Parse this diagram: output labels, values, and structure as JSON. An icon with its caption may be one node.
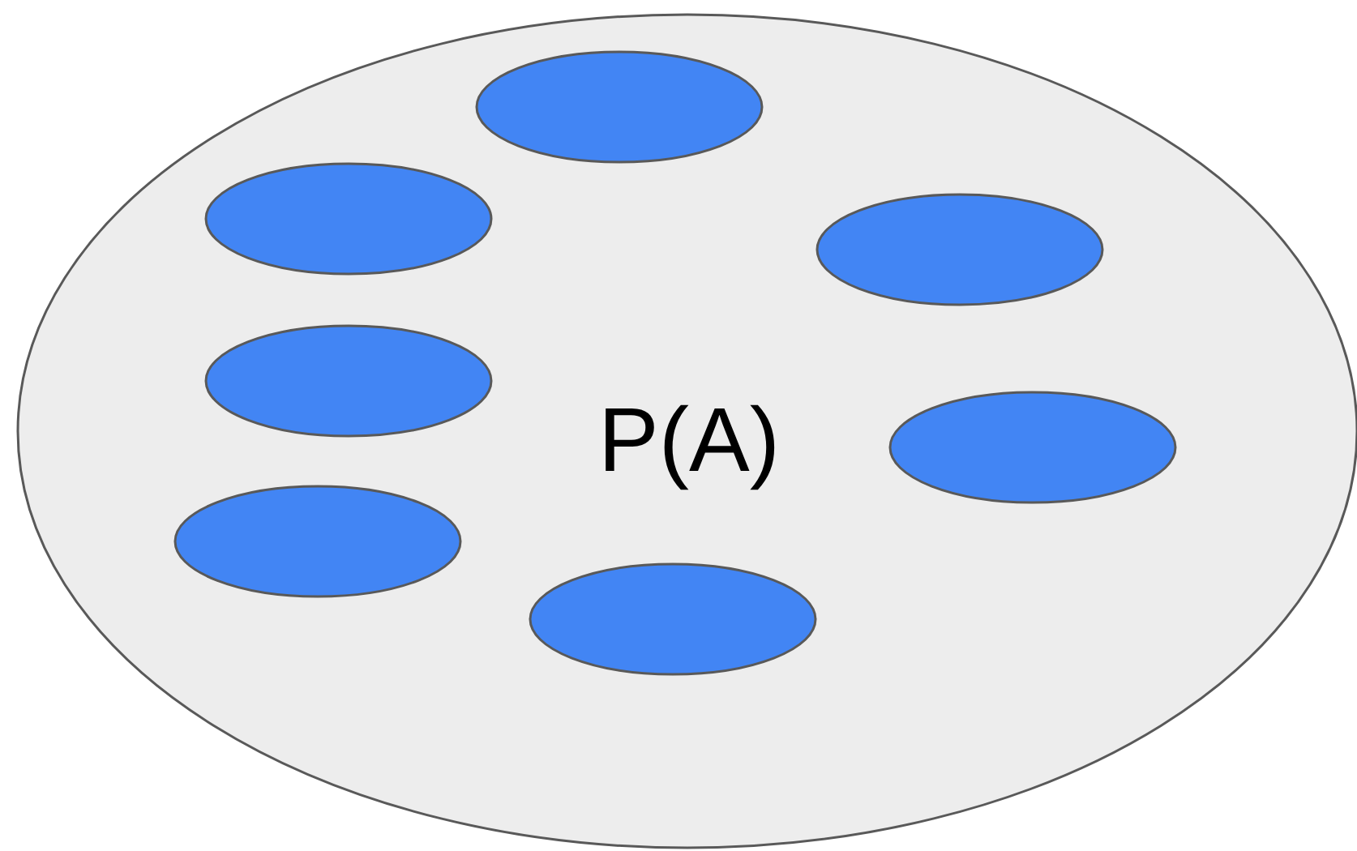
{
  "diagram": {
    "nodes": [
      {
        "text": [
          "P(A)"
        ]
      },
      {
        "text": [],
        "shape": "ellipse",
        "in": 0
      },
      {
        "text": [],
        "shape": "ellipse",
        "in": 0
      },
      {
        "text": [],
        "shape": "ellipse",
        "in": 0
      },
      {
        "text": [],
        "shape": "ellipse",
        "in": 0
      },
      {
        "text": [],
        "shape": "ellipse",
        "in": 0
      },
      {
        "text": [],
        "shape": "ellipse",
        "in": 0
      },
      {
        "text": [],
        "shape": "ellipse",
        "in": 0
      }
    ]
  }
}
